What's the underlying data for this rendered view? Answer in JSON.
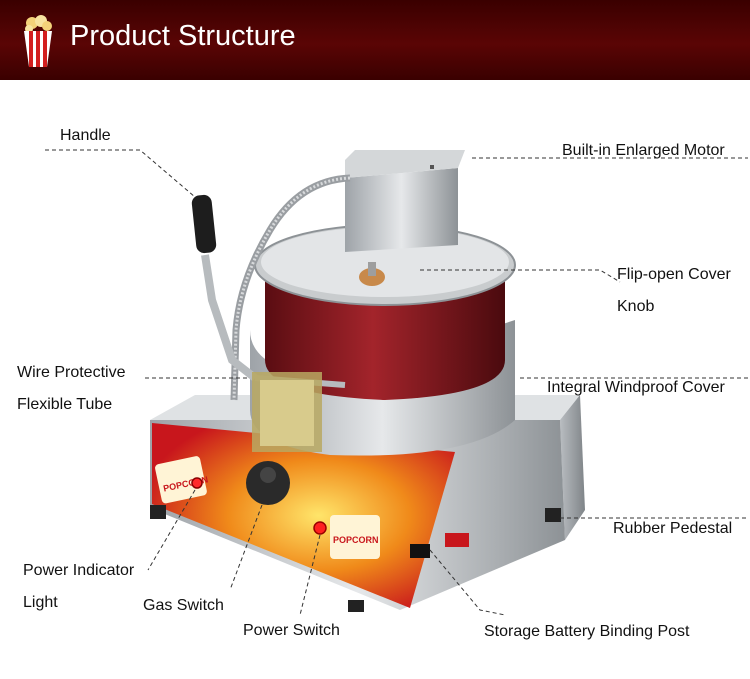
{
  "header": {
    "title": "Product Structure",
    "icon": "popcorn-bucket-icon",
    "background": "#4a0202"
  },
  "labels": {
    "handle": "Handle",
    "motor": "Built-in Enlarged Motor",
    "flip_cover": "Flip-open Cover",
    "knob": "Knob",
    "wire_tube_line1": "Wire Protective",
    "wire_tube_line2": "Flexible Tube",
    "windproof_cover": "Integral Windproof Cover",
    "rubber_pedestal": "Rubber Pedestal",
    "power_indicator_line1": "Power Indicator",
    "power_indicator_line2": "Light",
    "gas_switch": "Gas Switch",
    "power_switch": "Power Switch",
    "battery_post": "Storage Battery Binding Post"
  },
  "panel": {
    "brand_text": "POPCORN"
  }
}
